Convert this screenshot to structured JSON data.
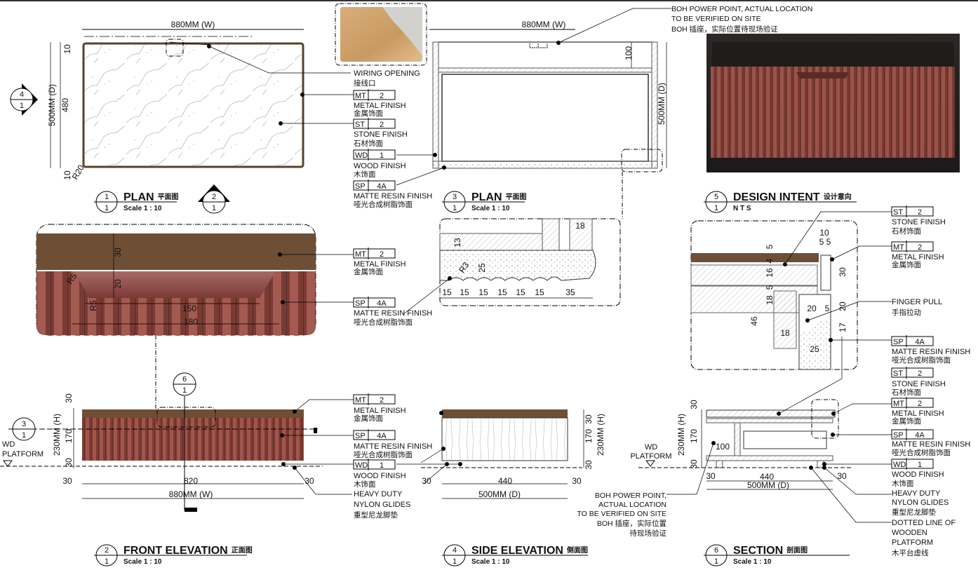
{
  "photo_note": {
    "lines": [
      "BOH POWER POINT, ACTUAL LOCATION",
      "TO BE VERIFIED ON SITE",
      "BOH 插座，实际位置待现场验证"
    ]
  },
  "section_note": {
    "lines": [
      "BOH POWER POINT,",
      "ACTUAL LOCATION",
      "TO BE VERIFIED ON SITE",
      "BOH 插座，实际位置",
      "待现场验证"
    ]
  },
  "wd_platform": {
    "front": [
      "WD",
      "PLATFORM"
    ],
    "section": [
      "WD",
      "PLATFORM"
    ]
  },
  "titles": [
    {
      "num": "1",
      "sheet": "1",
      "title": "PLAN",
      "cn": "平面图",
      "scale": "Scale 1 : 10"
    },
    {
      "num": "3",
      "sheet": "1",
      "title": "PLAN",
      "cn": "平面图",
      "scale": "Scale 1 : 10"
    },
    {
      "num": "5",
      "sheet": "1",
      "title": "DESIGN INTENT",
      "cn": "设计意向",
      "scale": "N T S"
    },
    {
      "num": "2",
      "sheet": "1",
      "title": "FRONT ELEVATION",
      "cn": "正面图",
      "scale": "Scale 1 : 10"
    },
    {
      "num": "4",
      "sheet": "1",
      "title": "SIDE ELEVATION",
      "cn": "侧面图",
      "scale": "Scale 1 : 10"
    },
    {
      "num": "6",
      "sheet": "1",
      "title": "SECTION",
      "cn": "剖面图",
      "scale": "Scale 1 : 10"
    }
  ],
  "markers": [
    {
      "top": "4",
      "bottom": "1"
    },
    {
      "top": "2",
      "bottom": "1"
    },
    {
      "top": "3",
      "bottom": "1"
    },
    {
      "top": "6",
      "bottom": "1"
    }
  ],
  "callouts": {
    "plan": [
      {
        "text": "WIRING OPENING"
      },
      {
        "text": "接线口"
      },
      {
        "tag": [
          "MT",
          "2"
        ]
      },
      {
        "text": "METAL FINISH"
      },
      {
        "text": "金属饰面"
      },
      {
        "tag": [
          "ST",
          "2"
        ]
      },
      {
        "text": "STONE FINISH"
      },
      {
        "text": "石材饰面"
      },
      {
        "tag": [
          "WD",
          "1"
        ]
      },
      {
        "text": "WOOD FINISH"
      },
      {
        "text": "木饰面"
      },
      {
        "tag": [
          "SP",
          "4A"
        ]
      },
      {
        "text": "MATTE RESIN FINISH"
      },
      {
        "text": "哑光合成树脂饰面"
      }
    ],
    "pull_detail": [
      {
        "tag": [
          "MT",
          "2"
        ]
      },
      {
        "text": "METAL FINISH"
      },
      {
        "text": "金属饰面"
      },
      {
        "tag": [
          "SP",
          "4A"
        ]
      },
      {
        "text": "MATTE RESIN FINISH"
      },
      {
        "text": "哑光合成树脂饰面"
      }
    ],
    "section_detail": [
      {
        "tag": [
          "ST",
          "2"
        ]
      },
      {
        "text": "STONE FINISH"
      },
      {
        "text": "石材饰面"
      },
      {
        "tag": [
          "MT",
          "2"
        ]
      },
      {
        "text": "METAL FINISH"
      },
      {
        "text": "金属饰面"
      },
      {
        "text": "FINGER PULL"
      },
      {
        "text": "手指拉动"
      },
      {
        "tag": [
          "SP",
          "4A"
        ]
      },
      {
        "text": "MATTE RESIN FINISH"
      },
      {
        "text": "哑光合成树脂饰面"
      }
    ],
    "front": [
      {
        "tag": [
          "MT",
          "2"
        ]
      },
      {
        "text": "METAL FINISH"
      },
      {
        "text": "金属饰面"
      },
      {
        "tag": [
          "SP",
          "4A"
        ]
      },
      {
        "text": "MATTE RESIN FINISH"
      },
      {
        "text": "哑光合成树脂饰面"
      },
      {
        "tag": [
          "WD",
          "1"
        ]
      },
      {
        "text": "WOOD FINISH"
      },
      {
        "text": "木饰面"
      },
      {
        "text": "HEAVY DUTY"
      },
      {
        "text": "NYLON GLIDES"
      },
      {
        "text": "重型尼龙脚垫"
      }
    ],
    "section": [
      {
        "tag": [
          "ST",
          "2"
        ]
      },
      {
        "text": "STONE FINISH"
      },
      {
        "text": "石材饰面"
      },
      {
        "tag": [
          "MT",
          "2"
        ]
      },
      {
        "text": "METAL FINISH"
      },
      {
        "text": "金属饰面"
      },
      {
        "tag": [
          "SP",
          "4A"
        ]
      },
      {
        "text": "MATTE RESIN FINISH"
      },
      {
        "text": "哑光合成树脂饰面"
      },
      {
        "tag": [
          "WD",
          "1"
        ]
      },
      {
        "text": "WOOD FINISH"
      },
      {
        "text": "木饰面"
      },
      {
        "text": "HEAVY DUTY"
      },
      {
        "text": "NYLON GLIDES"
      },
      {
        "text": "重型尼龙脚垫"
      },
      {
        "text": "DOTTED LINE OF"
      },
      {
        "text": "WOODEN"
      },
      {
        "text": "PLATFORM"
      },
      {
        "text": "木平台虚线"
      }
    ]
  },
  "dims": {
    "plan1": [
      "880MM (W)",
      "500MM (D)",
      "480",
      "10",
      "10",
      "R20"
    ],
    "plan3": [
      "880MM (W)",
      "100",
      "500MM (D)"
    ],
    "pull_detail": [
      "30",
      "20",
      "R5",
      "R5",
      "150",
      "180"
    ],
    "wave_detail": [
      "13",
      "R3",
      "25",
      "18",
      "15",
      "15",
      "15",
      "15",
      "15",
      "15",
      "35"
    ],
    "section_detail": [
      "10",
      "5",
      "5",
      "5",
      "4",
      "16",
      "5",
      "18",
      "30",
      "46",
      "20",
      "5",
      "20",
      "17",
      "18",
      "25"
    ],
    "front": [
      "30",
      "170",
      "30",
      "230MM (H)",
      "30",
      "820",
      "30",
      "880MM (W)"
    ],
    "side": [
      "30",
      "170",
      "30",
      "230MM (H)",
      "30",
      "440",
      "30",
      "500MM (D)"
    ],
    "section": [
      "30",
      "170",
      "30",
      "230MM (H)",
      "100",
      "30",
      "440",
      "30",
      "500MM (D)"
    ]
  },
  "colors": {
    "metal": "#6e4f36",
    "resin": "#8a3f36",
    "frame": "#5a4128"
  }
}
